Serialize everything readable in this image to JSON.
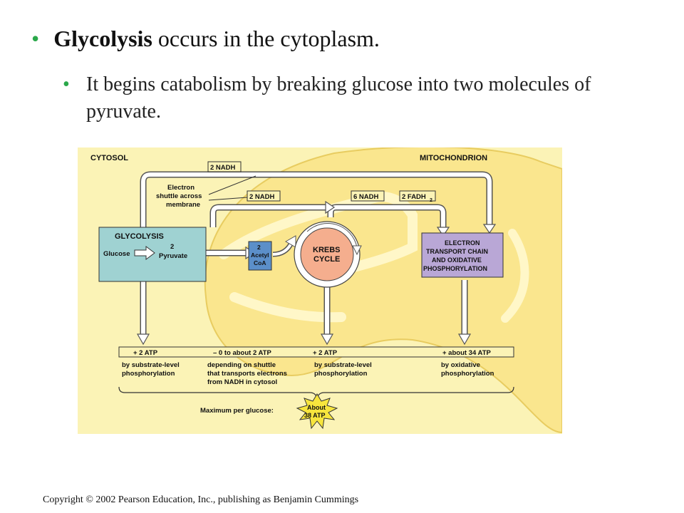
{
  "slide": {
    "heading_bold": "Glycolysis",
    "heading_rest": " occurs in the cytoplasm.",
    "bullet_symbol": "•",
    "sub_bullet": "It begins catabolism by breaking glucose into two molecules of pyruvate.",
    "copyright": "Copyright © 2002 Pearson Education, Inc., publishing as Benjamin Cummings"
  },
  "figure": {
    "cytosol_label": "CYTOSOL",
    "mitochondrion_label": "MITOCHONDRION",
    "nadh_top": "2 NADH",
    "shuttle_line1": "Electron",
    "shuttle_line2": "shuttle across",
    "shuttle_line3": "membrane",
    "nadh_mid": "2 NADH",
    "nadh_six": "6 NADH",
    "fadh_label": "2 FADH",
    "fadh_sub": "2",
    "glycolysis_title": "GLYCOLYSIS",
    "glucose_label": "Glucose",
    "pyruvate_num": "2",
    "pyruvate_label": "Pyruvate",
    "acetyl_num": "2",
    "acetyl_label": "Acetyl",
    "coa_label": "CoA",
    "krebs_line1": "KREBS",
    "krebs_line2": "CYCLE",
    "etc_line1": "ELECTRON",
    "etc_line2": "TRANSPORT CHAIN",
    "etc_line3": "AND OXIDATIVE",
    "etc_line4": "PHOSPHORYLATION",
    "atp1": "+ 2 ATP",
    "atp2": "– 0 to about 2 ATP",
    "atp3": "+ 2 ATP",
    "atp4": "+ about 34 ATP",
    "desc1_l1": "by substrate-level",
    "desc1_l2": "phosphorylation",
    "desc2_l1": "depending on shuttle",
    "desc2_l2": "that transports electrons",
    "desc2_l3": "from NADH in cytosol",
    "desc3_l1": "by substrate-level",
    "desc3_l2": "phosphorylation",
    "desc4_l1": "by oxidative",
    "desc4_l2": "phosphorylation",
    "max_label": "Maximum per glucose:",
    "about_line1": "About",
    "about_line2": "38 ATP"
  },
  "colors": {
    "bullet": "#2aa84a",
    "cytosol_bg": "#fbf3b6",
    "mitochondrion": "#fae68e",
    "glycolysis_box": "#9fd2d2",
    "acetyl_box": "#5b8fc9",
    "krebs": "#f5ae8e",
    "etc_box": "#b9a7d6",
    "starburst": "#f7e53d"
  }
}
